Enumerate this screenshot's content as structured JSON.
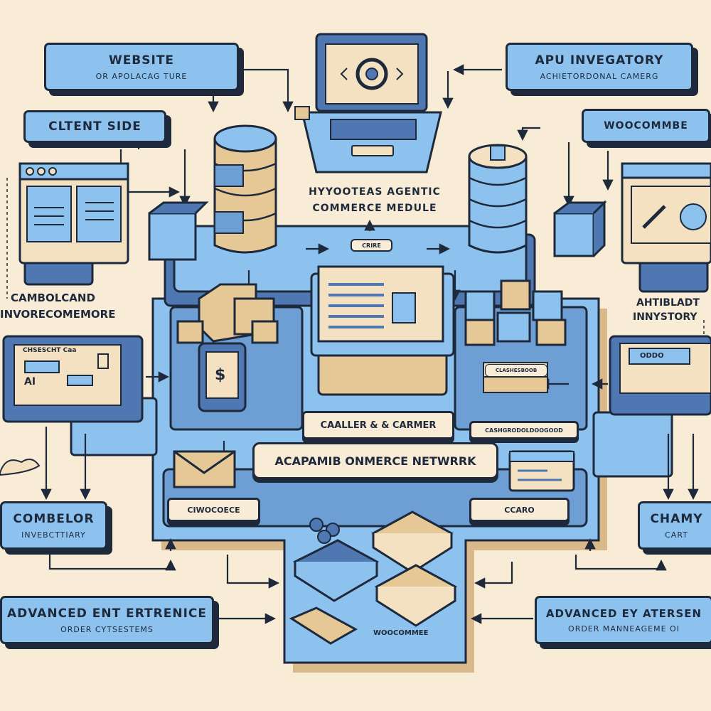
{
  "labels": {
    "website": {
      "title": "WEBSITE",
      "subtitle": "OR APOLACAG TURE"
    },
    "client_side": {
      "title": "CLTENT SIDE"
    },
    "apu_inventory": {
      "title": "APU INVEGATORY",
      "subtitle": "ACHIETORDONAL CAMERG"
    },
    "woocommerce_top": {
      "title": "WOOCOMMBE"
    },
    "combelor": {
      "title": "COMBELOR",
      "subtitle": "INVEBCTTIARY"
    },
    "chamy": {
      "title": "CHAMY",
      "subtitle": "CART"
    },
    "advanced_left": {
      "title": "ADVANCED ENT ERTRENICE",
      "subtitle": "ORDER CYTSESTEMS"
    },
    "advanced_right": {
      "title": "ADVANCED EY ATERSEN",
      "subtitle": "ORDER MANNEAGEME OI"
    }
  },
  "center": {
    "module_title_line1": "HYYOOTEAS AGENTIC",
    "module_title_line2": "COMMERCE MEDULE",
    "network": "ACAPAMIB ONMERCE NETWRRK",
    "caller": "CAALLER & & CARMER",
    "woocommerce_bottom": "WOOCOMMEE",
    "ciwocoerce": "CIWOCOECE",
    "ccaro": "CCARO",
    "crane_label_1": "CLASHESBOOB",
    "crane_label_2": "CASHGRODOLDOOGOOD",
    "small_tag": "CRIRE"
  },
  "side_texts": {
    "left_line1": "CAMBOLCAND",
    "left_line2": "INVORECOMEMORE",
    "right_line1": "AHTIBLADT",
    "right_line2": "INNYSTORY"
  },
  "screens": {
    "left_panel_text": "CHSESCHT Caa",
    "left_panel_ai": "AI",
    "right_panel_text": "ODDO",
    "phone_symbol": "$"
  },
  "colors": {
    "background": "#f8ecd6",
    "blue": "#8dc2ee",
    "dark_blue": "#4f78b3",
    "ink": "#1e2a3c",
    "tan": "#e6c796",
    "cream": "#f3e1c2",
    "brown_shadow": "#d9b88a"
  },
  "icons": [
    "laptop-gear-icon",
    "database-icon",
    "box-icon",
    "phone-dollar-icon",
    "envelope-icon",
    "cubes-icon",
    "cloud-icon"
  ]
}
